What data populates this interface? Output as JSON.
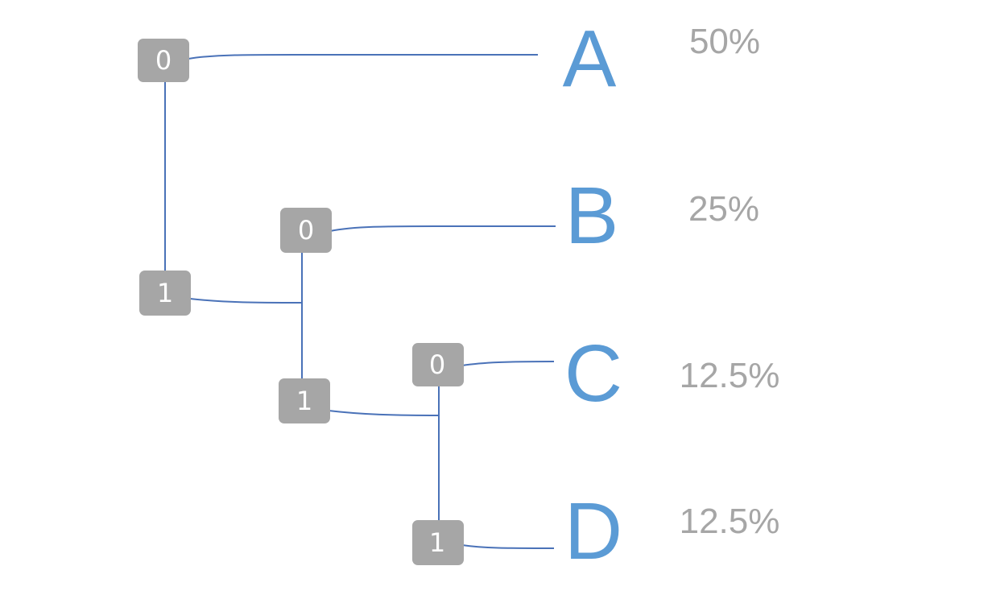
{
  "diagram": {
    "nodes": [
      {
        "id": "n0",
        "label": "0"
      },
      {
        "id": "n1",
        "label": "1"
      },
      {
        "id": "n10",
        "label": "0"
      },
      {
        "id": "n11",
        "label": "1"
      },
      {
        "id": "n110",
        "label": "0"
      },
      {
        "id": "n111",
        "label": "1"
      }
    ],
    "leaves": [
      {
        "id": "A",
        "label": "A",
        "probability": "50%"
      },
      {
        "id": "B",
        "label": "B",
        "probability": "25%"
      },
      {
        "id": "C",
        "label": "C",
        "probability": "12.5%"
      },
      {
        "id": "D",
        "label": "D",
        "probability": "12.5%"
      }
    ],
    "colors": {
      "edge": "#4a72b8",
      "node_fill": "#a6a6a6",
      "node_text": "#ffffff",
      "leaf_text": "#5b9bd5",
      "probability_text": "#a6a6a6"
    }
  }
}
